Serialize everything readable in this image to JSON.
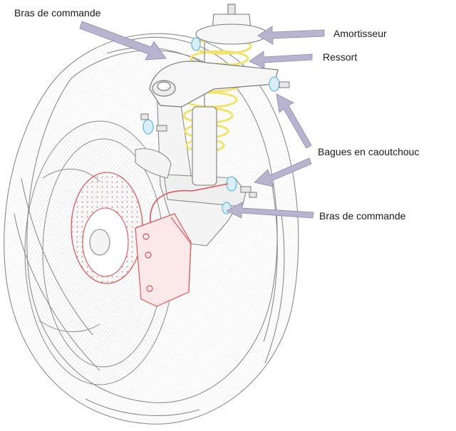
{
  "labels": {
    "control_arm_top": "Bras de commande",
    "shock_absorber": "Amortisseur",
    "spring": "Ressort",
    "rubber_bushings": "Bagues en caoutchouc",
    "control_arm_bottom": "Bras de commande"
  },
  "colors": {
    "outline": "#8a8a8a",
    "tire_shade": "#c8c8c8",
    "spring": "#f2e36a",
    "brake": "#e0545a",
    "bushing": "#7fc4e0",
    "arrow": "#b8b4d0",
    "arrow_edge": "#8f8ab0"
  }
}
